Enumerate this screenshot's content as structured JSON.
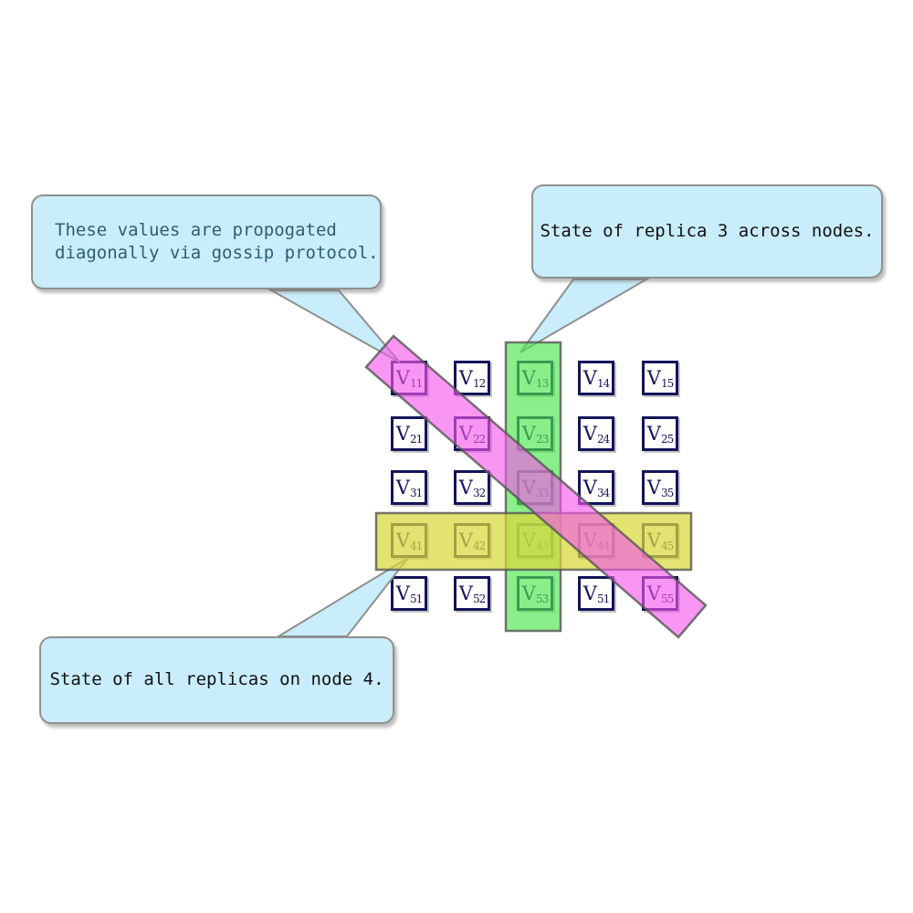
{
  "callouts": {
    "gossip": {
      "line1": "These values are propogated",
      "line2": "diagonally via gossip protocol."
    },
    "replica": {
      "text": "State of replica 3 across nodes."
    },
    "node": {
      "text": "State of all replicas on node 4."
    }
  },
  "grid": {
    "symbol": "V",
    "rows": [
      [
        "11",
        "12",
        "13",
        "14",
        "15"
      ],
      [
        "21",
        "22",
        "23",
        "24",
        "25"
      ],
      [
        "31",
        "32",
        "33",
        "34",
        "35"
      ],
      [
        "41",
        "42",
        "43",
        "44",
        "45"
      ],
      [
        "51",
        "52",
        "53",
        "51",
        "55"
      ]
    ]
  },
  "colors": {
    "callout_fill": "#C9EDFA",
    "callout_border": "#909090",
    "callout_text_primary": "#2E5F70",
    "callout_text_dark": "#111111",
    "box_border": "#14145A",
    "green_band": "#4CE64C",
    "yellow_band": "#D8D83C",
    "magenta_band": "#F655EE"
  }
}
